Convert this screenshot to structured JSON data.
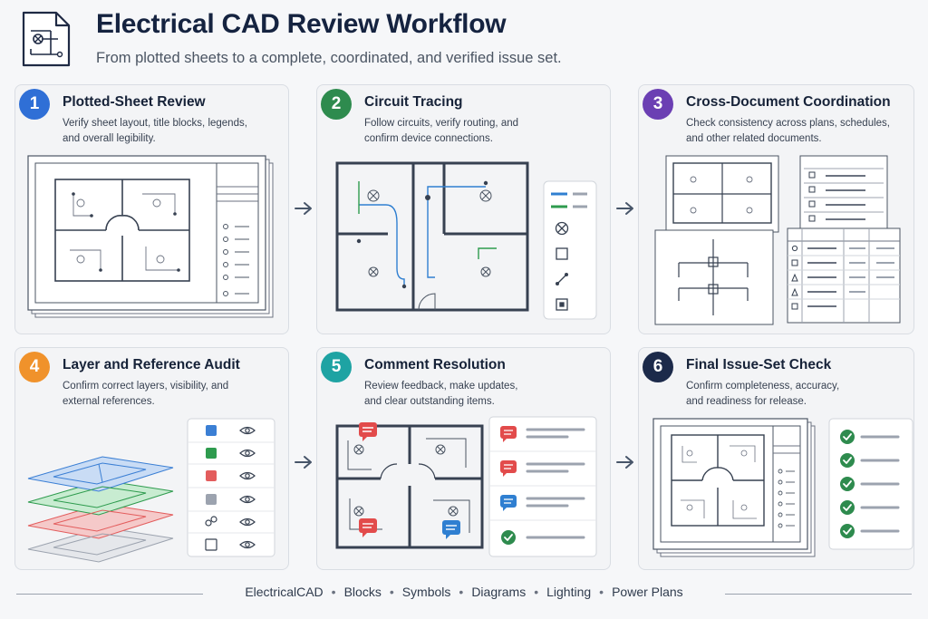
{
  "header": {
    "title": "Electrical CAD Review Workflow",
    "subtitle": "From plotted sheets to a complete, coordinated, and verified issue set."
  },
  "steps": [
    {
      "number": "1",
      "title": "Plotted-Sheet Review",
      "line1": "Verify sheet layout, title blocks, legends,",
      "line2": "and overall legibility.",
      "color": "#2f6fd6"
    },
    {
      "number": "2",
      "title": "Circuit Tracing",
      "line1": "Follow circuits, verify routing, and",
      "line2": "confirm device connections.",
      "color": "#2e8b4e"
    },
    {
      "number": "3",
      "title": "Cross-Document Coordination",
      "line1": "Check consistency across plans, schedules,",
      "line2": "and other related documents.",
      "color": "#6b3fb3"
    },
    {
      "number": "4",
      "title": "Layer and Reference Audit",
      "line1": "Confirm correct layers, visibility, and",
      "line2": "external references.",
      "color": "#f0922b"
    },
    {
      "number": "5",
      "title": "Comment Resolution",
      "line1": "Review feedback, make updates,",
      "line2": "and clear outstanding items.",
      "color": "#1ea3a3"
    },
    {
      "number": "6",
      "title": "Final Issue-Set Check",
      "line1": "Confirm completeness, accuracy,",
      "line2": "and readiness for release.",
      "color": "#1c2a4a"
    }
  ],
  "footer": {
    "items": [
      "ElectricalCAD",
      "Blocks",
      "Symbols",
      "Diagrams",
      "Lighting",
      "Power Plans"
    ],
    "separator": "•"
  },
  "colors": {
    "layer_blue": "#3b7fd4",
    "layer_green": "#2e9b4e",
    "layer_red": "#e35d5d",
    "layer_gray": "#9ca3af",
    "comment_red": "#e24b4b",
    "comment_blue": "#2f7fd1",
    "check_green": "#2e8b4e"
  },
  "icons": [
    "document-schematic-icon",
    "eye-icon",
    "comment-icon",
    "check-icon",
    "arrow-right-icon",
    "link-icon"
  ]
}
